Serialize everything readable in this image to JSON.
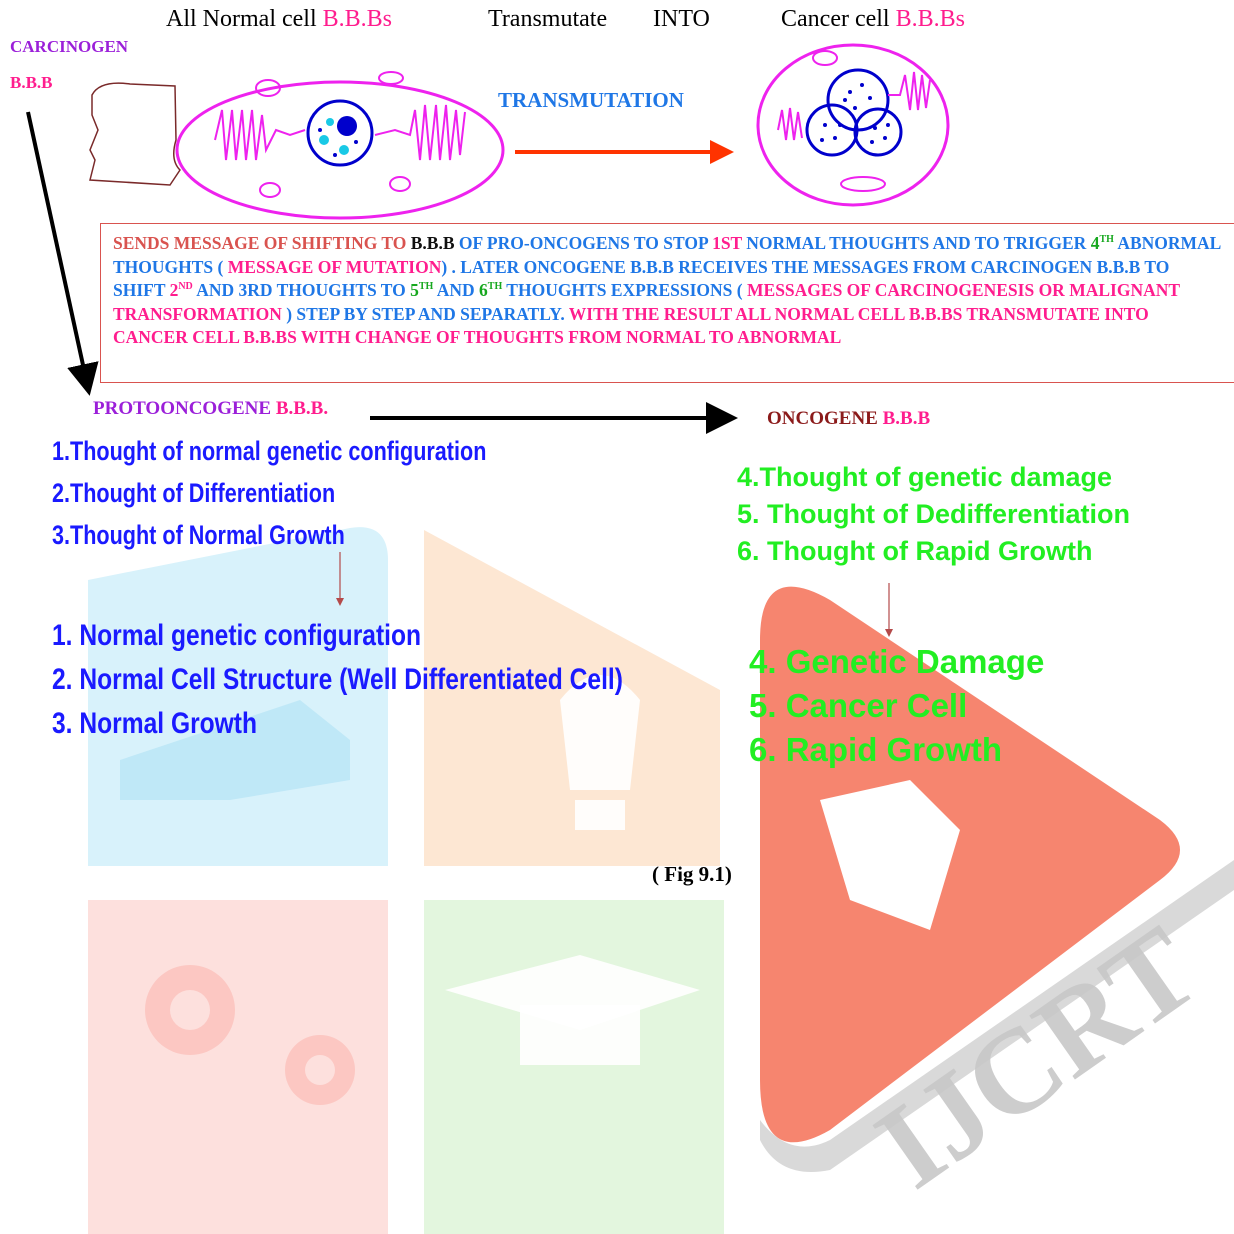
{
  "header": {
    "normal_prefix": "All Normal cell ",
    "normal_bbb": "B.B.Bs",
    "transmutate": "Transmutate",
    "into": "INTO",
    "cancer_prefix": "Cancer cell ",
    "cancer_bbb": "B.B.Bs"
  },
  "carcinogen": {
    "label": "CARCINOGEN",
    "bbb": "B.B.B"
  },
  "transmutation_label": "TRANSMUTATION",
  "message": {
    "segments": [
      {
        "text": "SENDS  MESSAGE OF SHIFTING TO ",
        "color": "red"
      },
      {
        "text": "B.B.B ",
        "color": "black"
      },
      {
        "text": "OF PRO-ONCOGENS TO STOP ",
        "color": "blue"
      },
      {
        "text": "1ST ",
        "color": "magenta"
      },
      {
        "text": "NORMAL THOUGHTS AND TO TRIGGER ",
        "color": "blue"
      },
      {
        "text": "4",
        "color": "green"
      },
      {
        "text": "TH",
        "color": "green",
        "sup": true
      },
      {
        "text": "  ABNORMAL THOUGHTS  ( ",
        "color": "blue"
      },
      {
        "text": "MESSAGE OF MUTATION",
        "color": "magenta"
      },
      {
        "text": ") . LATER ONCOGENE B.B.B RECEIVES THE MESSAGES FROM CARCINOGEN  B.B.B TO SHIFT  ",
        "color": "blue"
      },
      {
        "text": "2",
        "color": "magenta"
      },
      {
        "text": "ND",
        "color": "magenta",
        "sup": true
      },
      {
        "text": " AND 3RD  THOUGHTS TO ",
        "color": "blue"
      },
      {
        "text": "5",
        "color": "green"
      },
      {
        "text": "TH",
        "color": "green",
        "sup": true
      },
      {
        "text": " AND ",
        "color": "blue"
      },
      {
        "text": "6",
        "color": "green"
      },
      {
        "text": "TH",
        "color": "green",
        "sup": true
      },
      {
        "text": "  THOUGHTS EXPRESSIONS ( ",
        "color": "blue"
      },
      {
        "text": "MESSAGES OF CARCINOGENESIS   OR MALIGNANT TRANSFORMATION ",
        "color": "magenta"
      },
      {
        "text": ") STEP BY STEP AND SEPARATLY. ",
        "color": "blue"
      },
      {
        "text": "WITH THE RESULT ALL NORMAL CELL B.B.BS TRANSMUTATE INTO CANCER CELL B.B.BS WITH CHANGE OF THOUGHTS FROM NORMAL TO ABNORMAL",
        "color": "magenta"
      }
    ]
  },
  "protooncogene": {
    "label": "PROTOONCOGENE ",
    "bbb": "B.B.B."
  },
  "oncogene": {
    "label": "ONCOGENE ",
    "bbb": "B.B.B"
  },
  "left_thoughts": [
    "1.Thought of normal genetic configuration",
    "2.Thought of Differentiation",
    "3.Thought of Normal Growth"
  ],
  "left_results": [
    "1. Normal genetic configuration",
    "2. Normal Cell Structure (Well Differentiated Cell)",
    "3. Normal Growth"
  ],
  "right_thoughts": [
    "4.Thought of genetic damage",
    "5. Thought of Dedifferentiation",
    "6. Thought of Rapid Growth"
  ],
  "right_results": [
    "4. Genetic Damage",
    "5. Cancer Cell",
    "6. Rapid Growth"
  ],
  "figure_caption": "( Fig 9.1)",
  "watermark": {
    "text": "IJCRT"
  },
  "colors": {
    "red": "#d9534f",
    "magenta": "#ff1d8e",
    "blue": "#1f77e6",
    "green": "#17a81f",
    "black": "#111111",
    "purple": "#9b1fd9",
    "maroon": "#8b1a1a",
    "list_blue": "#1a1aff",
    "list_green": "#22ee22",
    "cell_membrane": "#ee22ee",
    "nucleus": "#0000cc",
    "arrow_orange": "#ff3300"
  }
}
